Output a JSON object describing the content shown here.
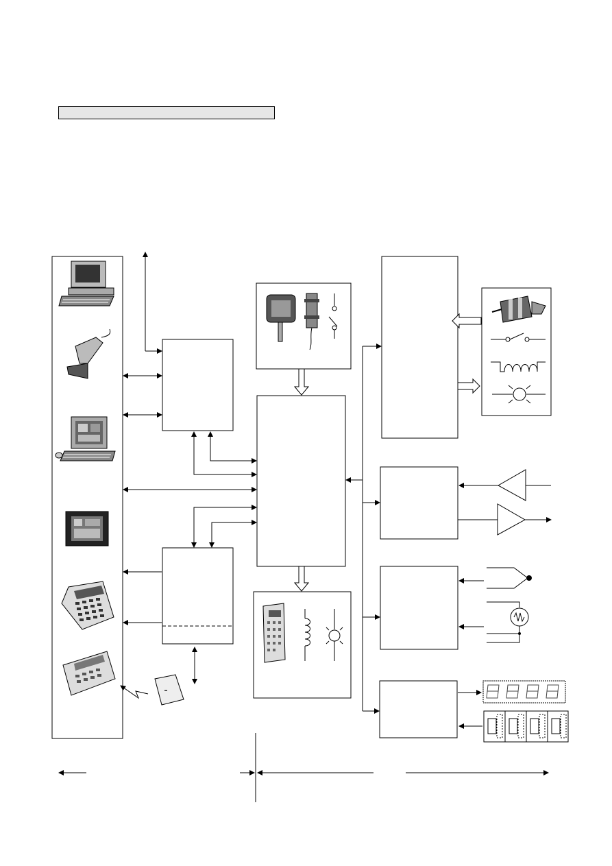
{
  "header": {
    "title": ""
  },
  "diagram": {
    "peripherals": [
      {
        "id": "pc",
        "icon": "desktop-computer-icon"
      },
      {
        "id": "scanner",
        "icon": "barcode-scanner-icon"
      },
      {
        "id": "monitor",
        "icon": "monitor-with-keyboard-icon"
      },
      {
        "id": "touch-panel",
        "icon": "touch-panel-icon"
      },
      {
        "id": "handheld",
        "icon": "handheld-terminal-icon"
      },
      {
        "id": "wireless-terminal",
        "icon": "wireless-terminal-icon"
      }
    ],
    "field_devices": [
      "encoder-icon",
      "proximity-sensor-icon",
      "switch-icon",
      "sensor-icon",
      "contact-icon",
      "coil-icon",
      "lamp-icon",
      "servo-drive-icon",
      "thermocouple-icon",
      "rtd-icon",
      "seven-segment-display-icon",
      "thumbwheel-switch-icon",
      "amplifier-icon",
      "card-icon"
    ],
    "colors": {
      "line": "#000000",
      "title_bar": "#e6e6e6",
      "background": "#ffffff"
    }
  }
}
